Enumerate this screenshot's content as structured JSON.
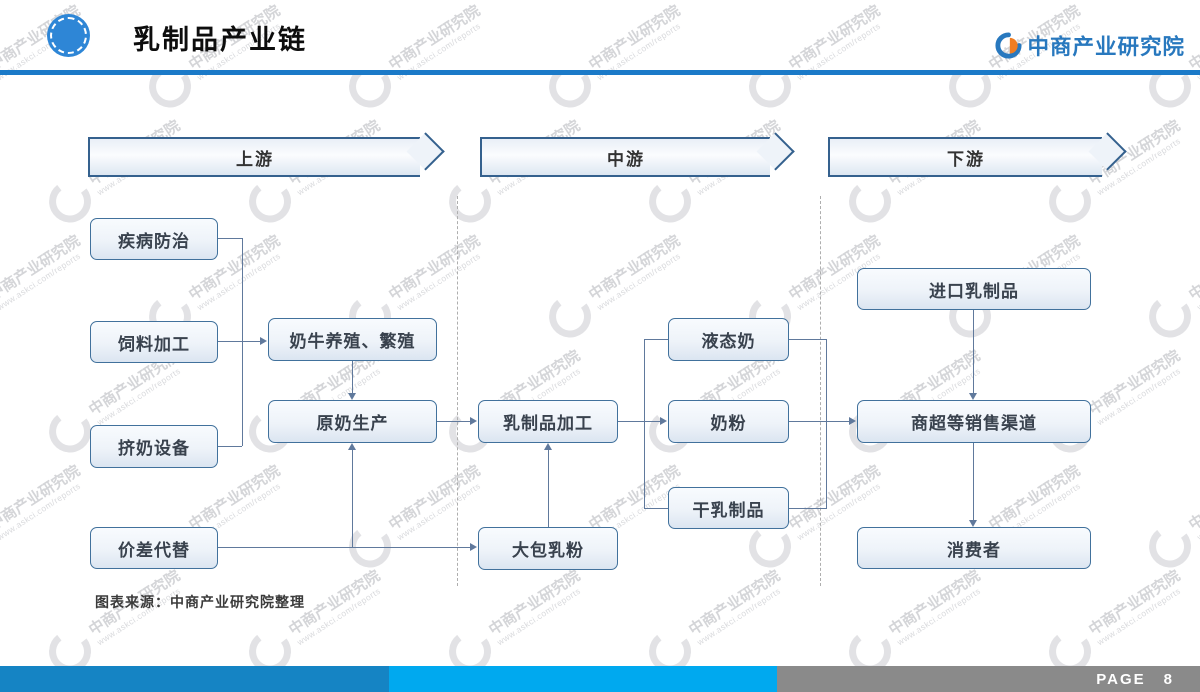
{
  "slide": {
    "title": "乳制品产业链",
    "brand": {
      "name": "中商产业研究院"
    },
    "stages": [
      {
        "label": "上游"
      },
      {
        "label": "中游"
      },
      {
        "label": "下游"
      }
    ],
    "nodes": {
      "disease": "疾病防治",
      "feed": "饲料加工",
      "milking": "挤奶设备",
      "price_sub": "价差代替",
      "breeding": "奶牛养殖、繁殖",
      "raw_milk": "原奶生产",
      "processing": "乳制品加工",
      "bulk_powder": "大包乳粉",
      "liquid_milk": "液态奶",
      "milk_powder": "奶粉",
      "dry_dairy": "干乳制品",
      "imported": "进口乳制品",
      "channel": "商超等销售渠道",
      "consumer": "消费者"
    },
    "source_note": "图表来源：中商产业研究院整理",
    "footer": {
      "page_label": "PAGE",
      "page_number": "8"
    },
    "watermark": {
      "text": "中商产业研究院",
      "subtext": "www.askci.com/reports"
    },
    "colors": {
      "header_rule": "#1b7ac8",
      "icon_blue": "#2e86d6",
      "brand_blue": "#2878be",
      "brand_orange": "#ef7d23",
      "node_border": "#41719c",
      "connector": "#60799c",
      "footer_blue_dark": "#1584c4",
      "footer_blue_light": "#00a9ef",
      "footer_gray": "#8a8a8a"
    }
  }
}
